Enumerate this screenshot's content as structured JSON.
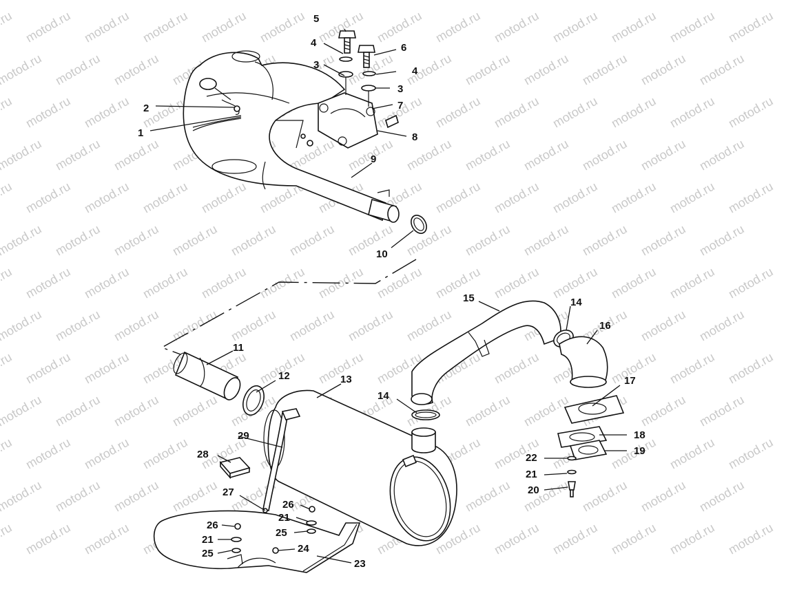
{
  "watermark": {
    "text": "motod.ru"
  },
  "callouts": {
    "c1": "1",
    "c2": "2",
    "c3a": "3",
    "c3b": "3",
    "c4a": "4",
    "c4b": "4",
    "c5": "5",
    "c6": "6",
    "c7": "7",
    "c8": "8",
    "c9": "9",
    "c10": "10",
    "c11": "11",
    "c12": "12",
    "c13": "13",
    "c14a": "14",
    "c14b": "14",
    "c15": "15",
    "c16": "16",
    "c17": "17",
    "c18": "18",
    "c19": "19",
    "c20": "20",
    "c21a": "21",
    "c21b": "21",
    "c21c": "21",
    "c22": "22",
    "c23": "23",
    "c24": "24",
    "c25a": "25",
    "c25b": "25",
    "c26a": "26",
    "c26b": "26",
    "c27": "27",
    "c28": "28",
    "c29": "29"
  }
}
